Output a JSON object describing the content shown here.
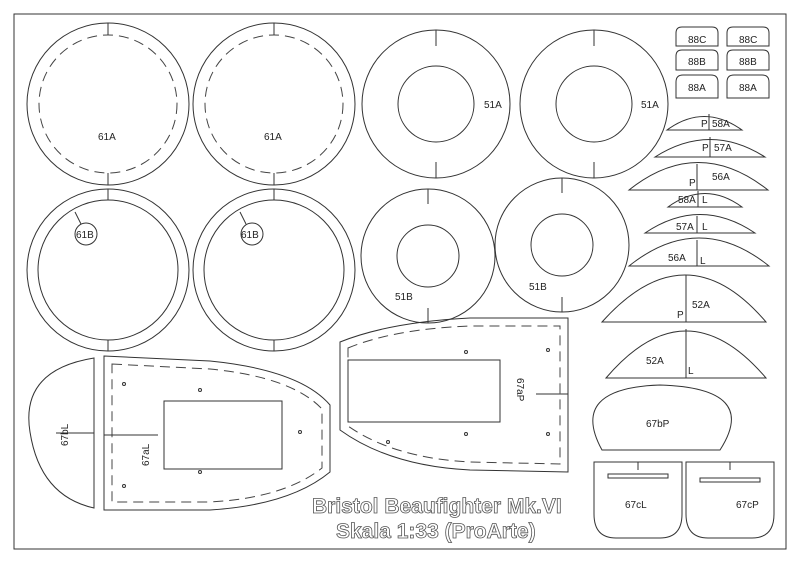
{
  "title": {
    "line1": "Bristol Beaufighter Mk.VI",
    "line2": "Skala 1:33 (ProArte)"
  },
  "labels": {
    "p61A_1": "61A",
    "p61A_2": "61A",
    "p61B_1": "61B",
    "p61B_2": "61B",
    "p51A_1": "51A",
    "p51A_2": "51A",
    "p51B_1": "51B",
    "p51B_2": "51B",
    "p88C_1": "88C",
    "p88C_2": "88C",
    "p88B_1": "88B",
    "p88B_2": "88B",
    "p88A_1": "88A",
    "p88A_2": "88A",
    "p58A_r": "58A",
    "p57A_r": "57A",
    "p56A_r": "56A",
    "p58A_l": "58A",
    "p57A_l": "57A",
    "p56A_l": "56A",
    "side_P1": "P",
    "side_P2": "P",
    "side_P3": "P",
    "side_L1": "L",
    "side_L2": "L",
    "side_L3": "L",
    "p52A_r": "52A",
    "side_P4": "P",
    "p52A_l": "52A",
    "side_L4": "L",
    "p67bP": "67bP",
    "p67cL": "67cL",
    "p67cP": "67cP",
    "p67bL": "67bL",
    "p67aL": "67aL",
    "p67aP": "67aP"
  }
}
